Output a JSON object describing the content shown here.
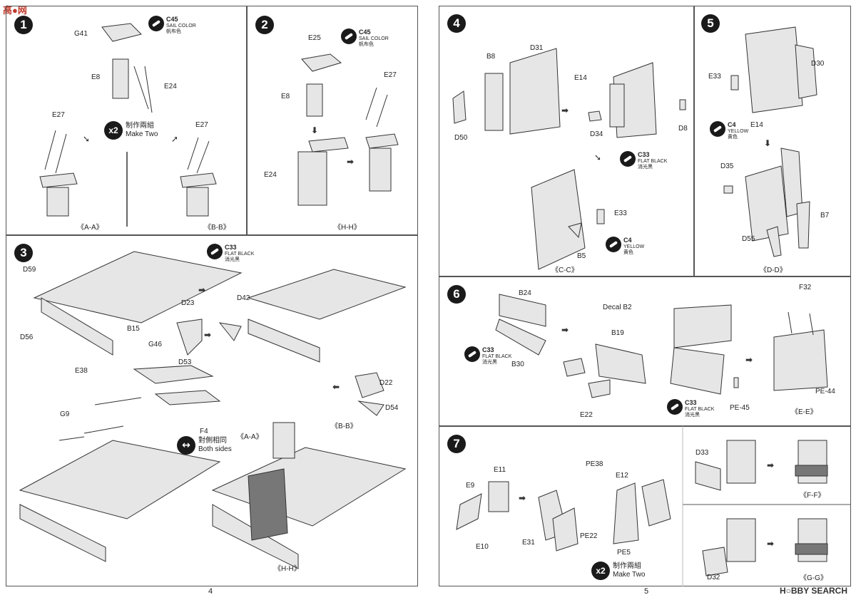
{
  "watermarks": {
    "top_left": "高●网",
    "bottom_right": "H○BBY SEARCH"
  },
  "pages": {
    "left_number": "4",
    "right_number": "5"
  },
  "paint": {
    "c45_code": "C45",
    "c45_en": "SAIL COLOR",
    "c45_cn": "帆布色",
    "c33_code": "C33",
    "c33_en": "FLAT BLACK",
    "c33_cn": "消光黑",
    "c4_code": "C4",
    "c4_en": "YELLOW",
    "c4_cn": "黄色"
  },
  "make_two": {
    "mult": "x2",
    "cn": "制作兩組",
    "en": "Make Two"
  },
  "both_sides": {
    "cn": "對側相同",
    "en": "Both sides"
  },
  "step1": {
    "num": "1",
    "parts": [
      "G41",
      "E8",
      "E24",
      "E27",
      "E27"
    ],
    "views": [
      "《A-A》",
      "《B-B》"
    ]
  },
  "step2": {
    "num": "2",
    "parts": [
      "E25",
      "E8",
      "E27",
      "E24"
    ],
    "views": [
      "《H-H》"
    ]
  },
  "step3": {
    "num": "3",
    "parts": [
      "D59",
      "D56",
      "E38",
      "B15",
      "D23",
      "D53",
      "D42",
      "G46",
      "D22",
      "D54",
      "G9",
      "F4"
    ],
    "views": [
      "《A-A》",
      "《B-B》",
      "《H-H》"
    ]
  },
  "step4": {
    "num": "4",
    "parts": [
      "B8",
      "D31",
      "E14",
      "D50",
      "D34",
      "D8",
      "E33",
      "B5"
    ],
    "views": [
      "《C-C》"
    ]
  },
  "step5": {
    "num": "5",
    "parts": [
      "D30",
      "E33",
      "E14",
      "D35",
      "B7",
      "D55"
    ],
    "views": [
      "《D-D》"
    ]
  },
  "step6": {
    "num": "6",
    "parts": [
      "B24",
      "Decal B2",
      "B30",
      "B19",
      "E22",
      "PE-45",
      "F32",
      "PE-44"
    ],
    "views": [
      "《E-E》"
    ]
  },
  "step7": {
    "num": "7",
    "parts": [
      "E11",
      "E9",
      "E10",
      "E31",
      "PE38",
      "E12",
      "PE22",
      "PE5",
      "D33",
      "D32"
    ],
    "views": [
      "《F-F》",
      "《G-G》"
    ]
  }
}
